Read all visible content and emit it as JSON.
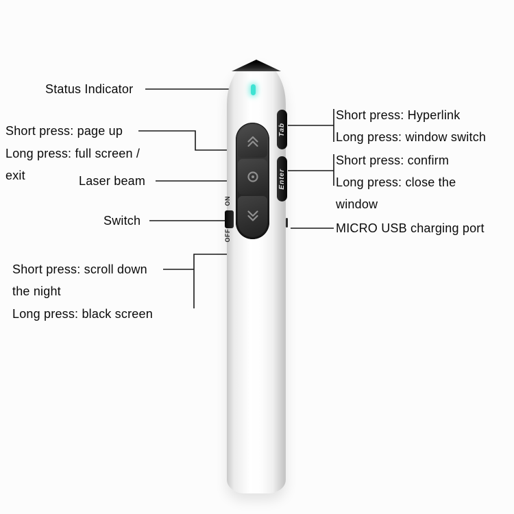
{
  "colors": {
    "background": "#fcfcfc",
    "callout_line": "#161616",
    "status_led": "#3fe3d3",
    "button_panel": "#2a2a2a"
  },
  "device": {
    "tab_button_label": "Tab",
    "enter_button_label": "Enter",
    "switch_on_label": "ON",
    "switch_off_label": "OFF"
  },
  "callouts": {
    "status_indicator": "Status Indicator",
    "page_up_1": "Short press: page up",
    "page_up_2": "Long press: full screen /",
    "page_up_3": "exit",
    "laser_beam": "Laser beam",
    "switch": "Switch",
    "scroll_down_1": "Short press: scroll down",
    "scroll_down_2": "the night",
    "scroll_down_3": "Long press: black screen",
    "tab_1": "Short press: Hyperlink",
    "tab_2": "Long press: window switch",
    "enter_1": "Short press: confirm",
    "enter_2": "Long press: close the",
    "enter_3": "window",
    "usb": "MICRO USB charging port"
  }
}
